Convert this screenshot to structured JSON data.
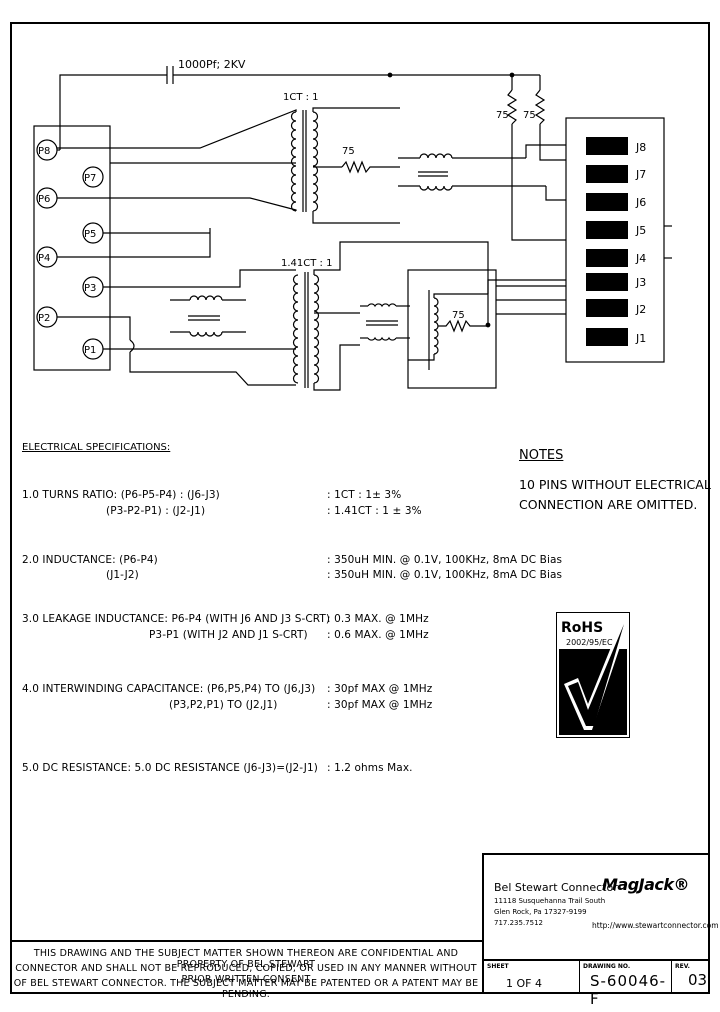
{
  "schematic": {
    "capacitor_label": "1000Pf; 2KV",
    "ratio_top": "1CT : 1",
    "ratio_bottom": "1.41CT : 1",
    "resistor_top": "75",
    "resistor_bottom": "75",
    "resistor_r1": "75",
    "resistor_r2": "75",
    "pins_left_outer": [
      "P8",
      "P6",
      "P4",
      "P2"
    ],
    "pins_left_inner": [
      "P7",
      "P5",
      "P3",
      "P1"
    ],
    "pins_right": [
      "J8",
      "J7",
      "J6",
      "J5",
      "J4",
      "J3",
      "J2",
      "J1"
    ]
  },
  "specs": {
    "title": "ELECTRICAL SPECIFICATIONS:",
    "s1a": "1.0  TURNS RATIO: (P6-P5-P4) : (J6-J3)",
    "s1b": "(P3-P2-P1) : (J2-J1)",
    "s1a_val": ":  1CT : 1± 3%",
    "s1b_val": ":  1.41CT : 1 ± 3%",
    "s2a": "2.0  INDUCTANCE:  (P6-P4)",
    "s2b": "(J1-J2)",
    "s2a_val": ":  350uH MIN. @ 0.1V, 100KHz, 8mA DC Bias",
    "s2b_val": ":  350uH MIN. @ 0.1V, 100KHz, 8mA DC Bias",
    "s3a": "3.0  LEAKAGE  INDUCTANCE:  P6-P4 (WITH J6 AND J3 S-CRT)",
    "s3b": "P3-P1 (WITH J2 AND J1 S-CRT)",
    "s3a_val": ":  0.3 MAX. @ 1MHz",
    "s3b_val": ":  0.6 MAX. @ 1MHz",
    "s4a": "4.0  INTERWINDING CAPACITANCE:  (P6,P5,P4)  TO  (J6,J3)",
    "s4b": "(P3,P2,P1)  TO  (J2,J1)",
    "s4a_val": ":  30pf MAX @ 1MHz",
    "s4b_val": ":  30pf MAX @ 1MHz",
    "s5": "5.0  DC RESISTANCE: 5.0 DC RESISTANCE (J6-J3)=(J2-J1)",
    "s5_val": ":  1.2 ohms Max."
  },
  "notes": {
    "title": "NOTES",
    "line1": "10 PINS WITHOUT ELECTRICAL",
    "line2": "CONNECTION ARE OMITTED."
  },
  "rohs": {
    "label": "RoHS",
    "directive": "2002/95/EC"
  },
  "titleblock": {
    "company": "Bel Stewart Connector",
    "addr1": "11118 Susquehanna Trail South",
    "addr2": "Glen Rock, Pa 17327-9199",
    "addr3": "717.235.7512",
    "logo": "MagJack®",
    "url": "http://www.stewartconnector.com",
    "sheet_label": "SHEET",
    "sheet_val": "1 OF 4",
    "drawing_label": "DRAWING NO.",
    "drawing_val": "S-60046-F",
    "rev_label": "REV.",
    "rev_val": "03"
  },
  "confidential": {
    "line1": "THIS DRAWING AND THE SUBJECT MATTER SHOWN THEREON ARE CONFIDENTIAL AND PROPERTY OF BEL STEWART",
    "line2": "CONNECTOR AND SHALL NOT BE REPRODUCED, COPIED, OR USED IN ANY MANNER WITHOUT PRIOR WRITTEN CONSENT",
    "line3": "OF BEL STEWART CONNECTOR.  THE SUBJECT MATTER MAY BE PATENTED OR A PATENT MAY BE PENDING."
  }
}
